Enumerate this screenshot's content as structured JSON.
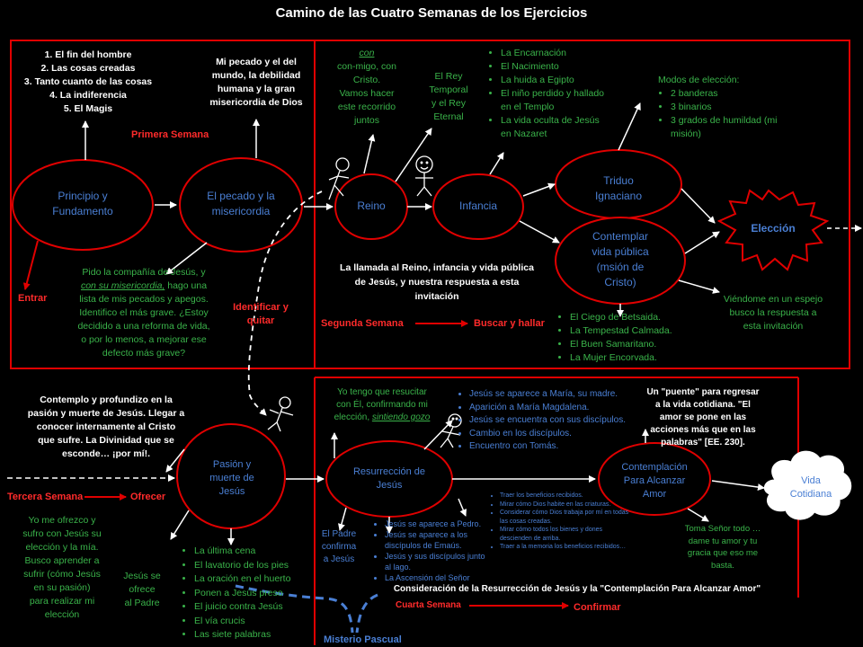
{
  "title": "Camino de las Cuatro Semanas de los Ejercicios",
  "nodes": {
    "principio": {
      "line1": "Principio y",
      "line2": "Fundamento"
    },
    "pecado": {
      "line1": "El pecado y la",
      "line2": "misericordia"
    },
    "reino": "Reino",
    "infancia": "Infancia",
    "triduo": {
      "line1": "Triduo",
      "line2": "Ignaciano"
    },
    "contemplar": {
      "line1": "Contemplar",
      "line2": "vida pública",
      "line3": "(msión de",
      "line4": "Cristo)"
    },
    "eleccion": "Elección",
    "pasion": {
      "line1": "Pasión  y",
      "line2": "muerte de",
      "line3": "Jesús"
    },
    "resurreccion": {
      "line1": "Resurrección  de",
      "line2": "Jesús"
    },
    "contemplacion": {
      "line1": "Contemplación",
      "line2": "Para Alcanzar",
      "line3": "Amor"
    },
    "vida": {
      "line1": "Vida",
      "line2": "Cotidiana"
    }
  },
  "week1": {
    "list": [
      "1. El fin del hombre",
      "2. Las cosas  creadas",
      "3. Tanto cuanto  de las  cosas",
      "4. La indiferencia",
      "5. El Magis"
    ],
    "pecado_note": {
      "line1": "Mi pecado y el del",
      "line2": "mundo, la debilidad",
      "line3": "humana y la gran",
      "line4": "misericordia de Dios"
    },
    "label": "Primera Semana",
    "entrar": "Entrar",
    "pido": {
      "l1": "Pido  la compañía de Jesús, y",
      "l2": "con su misericordia,",
      "l2b": " hago una",
      "l3": "lista de mis pecados y apegos.",
      "l4": "Identifico el más grave.  ¿Estoy",
      "l5": "decidido a una reforma de vida,",
      "l6": "o por lo menos, a mejorar ese",
      "l7": "defecto más grave?"
    },
    "identificar": {
      "line1": "Identificar y",
      "line2": "quitar"
    }
  },
  "week2": {
    "con": {
      "l1": "con",
      "l2": "con-migo,  con",
      "l3": "Cristo.",
      "l4": "Vamos hacer",
      "l5": "este recorrido",
      "l6": "juntos"
    },
    "rey": {
      "l1": "El Rey",
      "l2": "Temporal",
      "l3": "y el Rey",
      "l4": "Eternal"
    },
    "infancia_list": [
      "La Encarnación",
      "El Nacimiento",
      "La huida a Egipto",
      "El niño perdido y hallado  en el Templo",
      "La vida oculta de Jesús en Nazaret"
    ],
    "modos": {
      "title": "Modos de elección:",
      "items": [
        "2 banderas",
        "3 binarios",
        "3 grados de humildad (mi misión)"
      ]
    },
    "llamada": {
      "l1": "La llamada al Reino, infancia  y vida  pública",
      "l2": "de Jesús, y nuestra respuesta a esta",
      "l3": "invitación"
    },
    "label": "Segunda Semana",
    "buscar": "Buscar y hallar",
    "publica_list": [
      "El Ciego de Betsaida.",
      "La Tempestad Calmada.",
      "El Buen Samaritano.",
      "La Mujer Encorvada."
    ],
    "espejo": {
      "l1": "Viéndome en un espejo",
      "l2": "busco la respuesta a",
      "l3": "esta invitación"
    }
  },
  "week3": {
    "contemplo": {
      "l1": "Contemplo y  profundizo  en la",
      "l2": "pasión  y muerte de Jesús.  Llegar a",
      "l3": "conocer internamente al Cristo",
      "l4": "que sufre.  La Divinidad  que se",
      "l5": "esconde… ¡por mí!."
    },
    "label": "Tercera Semana",
    "ofrecer": "Ofrecer",
    "ofrezco": {
      "l1": "Yo me ofrezco y",
      "l2": "sufro con Jesús su",
      "l3": "elección y la mía.",
      "l4": "Busco  aprender a",
      "l5": "sufrir (cómo Jesús",
      "l6": "en  su pasión)",
      "l7": "para realizar mi",
      "l8": "elección"
    },
    "jesus_ofrece": {
      "l1": "Jesús se",
      "l2": "ofrece",
      "l3": "al Padre"
    },
    "pasion_list": [
      "La última cena",
      "El lavatorio de los pies",
      "La oración  en el huerto",
      "Ponen a Jesús preso",
      "El juicio  contra Jesús",
      "El vía crucis",
      "Las siete palabras"
    ],
    "misterio": "Misterio Pascual"
  },
  "week4": {
    "resucitar": {
      "l1": "Yo tengo que resucitar",
      "l2": "con Él, confirmando mi",
      "l3": "elección, ",
      "l3b": "sintiendo gozo"
    },
    "aparece_list": [
      "Jesús se aparece a María, su madre.",
      "Aparición a María Magdalena.",
      "Jesús se encuentra con sus discípulos.",
      "Cambio en los discípulos.",
      "Encuentro con Tomás."
    ],
    "puente": {
      "l1": "Un \"puente\"  para regresar",
      "l2": "a la vida cotidiana.  \"El",
      "l3": "amor se pone en las",
      "l4": "acciones más que en las",
      "l5": "palabras\" [EE. 230]."
    },
    "padre": {
      "l1": "El Padre",
      "l2": "confirma",
      "l3": "a Jesús"
    },
    "aparece2_list": [
      "Jesús se aparece a Pedro.",
      "Jesús se aparece a los discípulos de Emaús.",
      "Jesús y sus discípulos junto al lago.",
      "La Ascensión del Señor"
    ],
    "traer_list": [
      "Traer  los beneficios recibidos.",
      "Mirar  cómo Dios habite en las criaturas.",
      "Considerar cómo Dios trabaja  por mí en todas las cosas creadas.",
      "Mirar  cómo todos los bienes y dones descienden de arriba.",
      "Traer  a la memoria  los beneficios recibidos…"
    ],
    "toma": {
      "l1": "Toma Señor todo …",
      "l2": "dame tu amor y tu",
      "l3": "gracia que eso me",
      "l4": "basta."
    },
    "consideracion": "Consideración  de la  Resurrección de Jesús y la  \"Contemplación Para Alcanzar Amor\"",
    "label": "Cuarta Semana",
    "confirmar": "Confirmar"
  },
  "colors": {
    "red": "#e00000",
    "white": "#ffffff",
    "green": "#3ab34a",
    "blue": "#4a7fd4",
    "background": "#000000"
  }
}
